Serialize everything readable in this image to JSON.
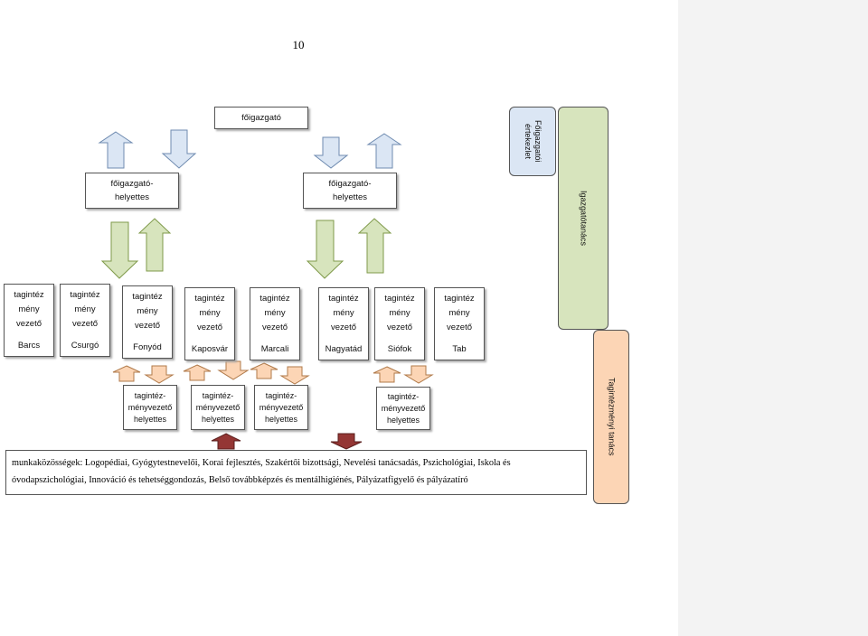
{
  "page_number": "10",
  "chart": {
    "director": "főigazgató",
    "deputies": [
      "főigazgató-\nhelyettes",
      "főigazgató-\nhelyettes"
    ],
    "unit_role": "tagintéz\nmény\nvezető",
    "units": [
      "Barcs",
      "Csurgó",
      "Fonyód",
      "Kaposvár",
      "Marcali",
      "Nagyatád",
      "Siófok",
      "Tab"
    ],
    "unit_deputies": [
      "tagintéz-\nményvezető\nhelyettes",
      "tagintéz-\nményvezető\nhelyettes",
      "tagintéz-\nményvezető\nhelyettes",
      "tagintéz-\nményvezető\nhelyettes"
    ],
    "communities": "munkaközösségek: Logopédiai, Gyógytestnevelői, Korai fejlesztés, Szakértői bizottsági, Nevelési tanácsadás, Pszichológiai, Iskola és óvodapszichológiai, Innováció és tehetséggondozás, Belső továbbképzés és mentálhigiénés, Pályázatfigyelő és pályázatíró",
    "side_boxes": {
      "director_council": "Főigazgatói\nértekezlet",
      "management_board": "Igazgatótanács",
      "unit_board": "Tagintézményi tanács"
    }
  },
  "colors": {
    "blue_arrow": "#dbe6f4",
    "green_arrow": "#d7e4bd",
    "orange_arrow": "#fcd5b5",
    "red_arrow": "#943634",
    "green_panel": "#d7e4bd",
    "blue_panel": "#dbe6f4",
    "orange_panel": "#fcd5b5"
  }
}
